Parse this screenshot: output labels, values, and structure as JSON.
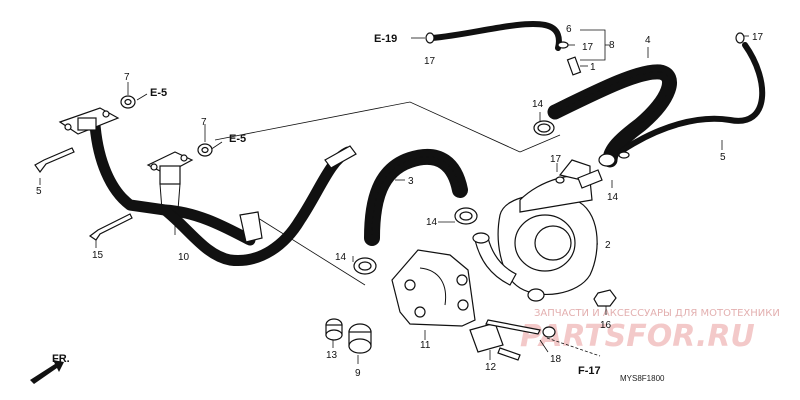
{
  "labels": {
    "p1": "1",
    "p2": "2",
    "p3": "3",
    "p4": "4",
    "p5a": "5",
    "p5b": "5",
    "p6": "6",
    "p7a": "7",
    "p7b": "7",
    "p8": "8",
    "p9": "9",
    "p10": "10",
    "p11": "11",
    "p12": "12",
    "p13": "13",
    "p14a": "14",
    "p14b": "14",
    "p14c": "14",
    "p14d": "14",
    "p15": "15",
    "p16": "16",
    "p17a": "17",
    "p17b": "17",
    "p17c": "17",
    "p17d": "17",
    "p18": "18"
  },
  "refs": {
    "e19": "E-19",
    "e5a": "E-5",
    "e5b": "E-5",
    "f17": "F-17",
    "fr": "FR."
  },
  "diagram_code": "MYS8F1800",
  "watermark": {
    "tagline": "ЗАПЧАСТИ И АКСЕССУАРЫ ДЛЯ МОТОТЕХНИКИ",
    "brand": "PARTSFOR.RU"
  }
}
